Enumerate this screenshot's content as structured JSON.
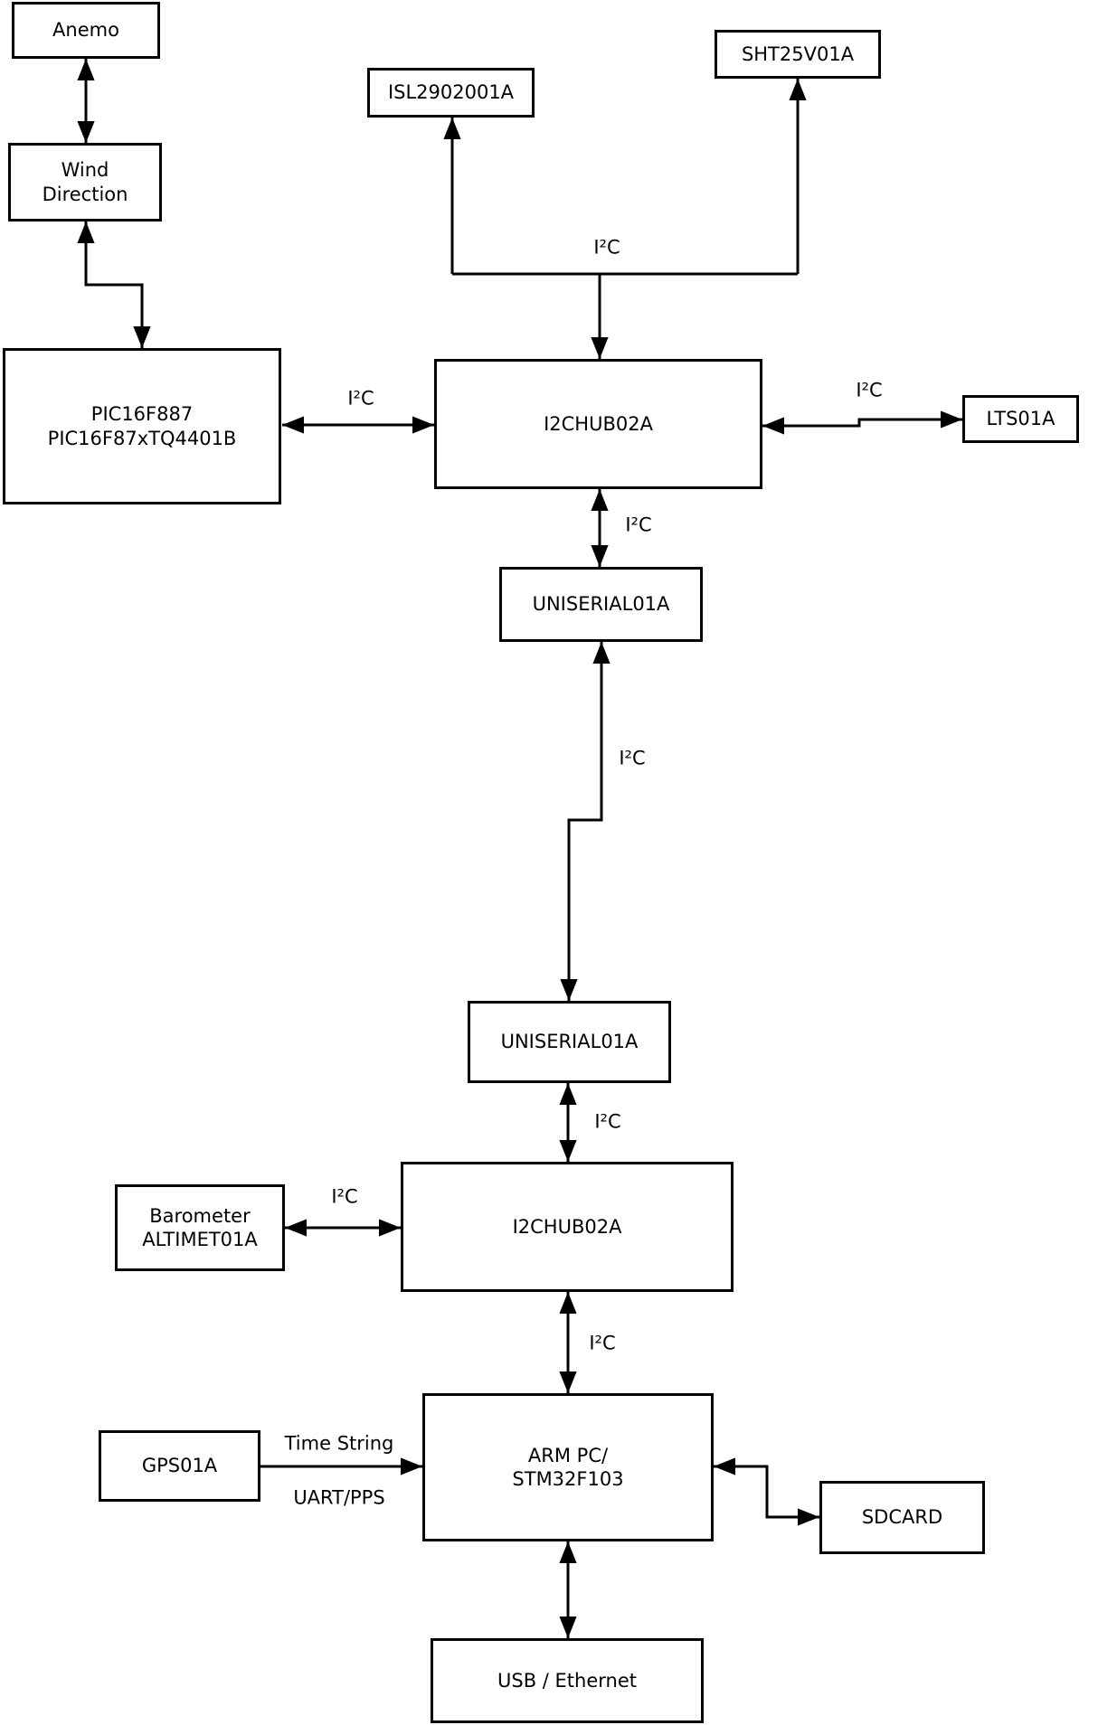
{
  "nodes": {
    "anemo": {
      "label": "Anemo"
    },
    "wind_direction": {
      "label": "Wind\nDirection"
    },
    "isl2902001a": {
      "label": "ISL2902001A"
    },
    "sht25v01a": {
      "label": "SHT25V01A"
    },
    "pic16f887": {
      "label": "PIC16F887\nPIC16F87xTQ4401B"
    },
    "i2chub_upper": {
      "label": "I2CHUB02A"
    },
    "lts01a": {
      "label": "LTS01A"
    },
    "uniserial_upper": {
      "label": "UNISERIAL01A"
    },
    "uniserial_lower": {
      "label": "UNISERIAL01A"
    },
    "i2chub_lower": {
      "label": "I2CHUB02A"
    },
    "barometer": {
      "label": "Barometer\nALTIMET01A"
    },
    "gps01a": {
      "label": "GPS01A"
    },
    "arm_pc": {
      "label": "ARM PC/\nSTM32F103"
    },
    "sdcard": {
      "label": "SDCARD"
    },
    "usb_ethernet": {
      "label": "USB / Ethernet"
    }
  },
  "edge_labels": {
    "sensor_bus_i2c": "I²C",
    "pic_hub_i2c": "I²C",
    "hub_lts_i2c": "I²C",
    "hub_uniserial_i2c": "I²C",
    "uniserial_link_i2c": "I²C",
    "uniserial_hub_i2c": "I²C",
    "barometer_hub_i2c": "I²C",
    "hub_armpc_i2c": "I²C",
    "gps_time_string": "Time String",
    "gps_uart_pps": "UART/PPS"
  },
  "edges": [
    {
      "from": "anemo",
      "to": "wind_direction",
      "label": "",
      "arrows": "both"
    },
    {
      "from": "wind_direction",
      "to": "pic16f887",
      "label": "",
      "arrows": "both"
    },
    {
      "from": "i2chub_upper",
      "to": "isl2902001a",
      "label": "I²C",
      "arrows": "both"
    },
    {
      "from": "i2chub_upper",
      "to": "sht25v01a",
      "label": "I²C",
      "arrows": "both"
    },
    {
      "from": "pic16f887",
      "to": "i2chub_upper",
      "label": "I²C",
      "arrows": "both"
    },
    {
      "from": "i2chub_upper",
      "to": "lts01a",
      "label": "I²C",
      "arrows": "both"
    },
    {
      "from": "i2chub_upper",
      "to": "uniserial_upper",
      "label": "I²C",
      "arrows": "both"
    },
    {
      "from": "uniserial_upper",
      "to": "uniserial_lower",
      "label": "I²C",
      "arrows": "both"
    },
    {
      "from": "uniserial_lower",
      "to": "i2chub_lower",
      "label": "I²C",
      "arrows": "both"
    },
    {
      "from": "barometer",
      "to": "i2chub_lower",
      "label": "I²C",
      "arrows": "both"
    },
    {
      "from": "i2chub_lower",
      "to": "arm_pc",
      "label": "I²C",
      "arrows": "both"
    },
    {
      "from": "gps01a",
      "to": "arm_pc",
      "label": "Time String / UART/PPS",
      "arrows": "to"
    },
    {
      "from": "arm_pc",
      "to": "sdcard",
      "label": "",
      "arrows": "both"
    },
    {
      "from": "arm_pc",
      "to": "usb_ethernet",
      "label": "",
      "arrows": "both"
    }
  ],
  "colors": {
    "line": "#000000",
    "box_border": "#000000",
    "box_fill": "#ffffff",
    "background": "#ffffff",
    "text": "#000000"
  }
}
